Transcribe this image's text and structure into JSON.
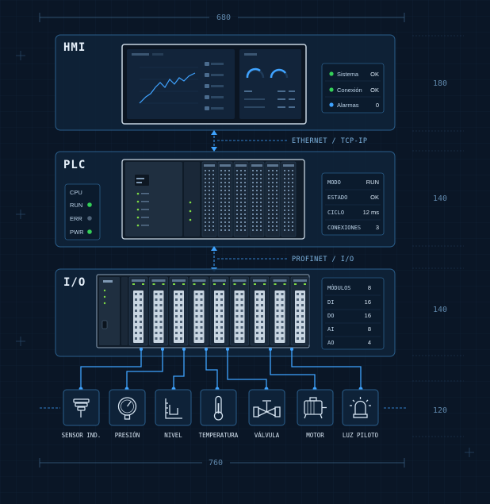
{
  "dimensions": {
    "top_width": "680",
    "bottom_width": "760",
    "hmi_height": "180",
    "plc_height": "140",
    "io_height": "140",
    "devices_height": "120"
  },
  "sections": {
    "hmi": {
      "title": "HMI"
    },
    "plc": {
      "title": "PLC"
    },
    "io": {
      "title": "I/O"
    }
  },
  "links": {
    "hmi_plc": "ETHERNET / TCP-IP",
    "plc_io": "PROFINET / I/O"
  },
  "hmi_status": [
    {
      "label": "Sistema",
      "value": "OK",
      "color": "#34d058"
    },
    {
      "label": "Conexión",
      "value": "OK",
      "color": "#34d058"
    },
    {
      "label": "Alarmas",
      "value": "0",
      "color": "#3fa3ff"
    }
  ],
  "plc_status": {
    "title": "CPU",
    "items": [
      {
        "label": "RUN",
        "color": "#34d058"
      },
      {
        "label": "ERR",
        "color": "#4d6278"
      },
      {
        "label": "PWR",
        "color": "#34d058"
      }
    ]
  },
  "plc_info": [
    {
      "label": "MODO",
      "value": "RUN"
    },
    {
      "label": "ESTADO",
      "value": "OK"
    },
    {
      "label": "CICLO",
      "value": "12 ms"
    },
    {
      "label": "CONEXIONES",
      "value": "3"
    }
  ],
  "io_info": [
    {
      "label": "MÓDULOS",
      "value": "8"
    },
    {
      "label": "DI",
      "value": "16"
    },
    {
      "label": "DO",
      "value": "16"
    },
    {
      "label": "AI",
      "value": "8"
    },
    {
      "label": "AO",
      "value": "4"
    }
  ],
  "devices": [
    {
      "label": "SENSOR IND.",
      "icon": "inductive-sensor-icon"
    },
    {
      "label": "PRESIÓN",
      "icon": "pressure-gauge-icon"
    },
    {
      "label": "NIVEL",
      "icon": "level-icon"
    },
    {
      "label": "TEMPERATURA",
      "icon": "thermometer-icon"
    },
    {
      "label": "VÁLVULA",
      "icon": "valve-icon"
    },
    {
      "label": "MOTOR",
      "icon": "motor-icon"
    },
    {
      "label": "LUZ PILOTO",
      "icon": "pilot-light-icon"
    }
  ],
  "colors": {
    "accent": "#3fa3ff",
    "panel_border": "#2b5f8c",
    "ok": "#34d058"
  }
}
